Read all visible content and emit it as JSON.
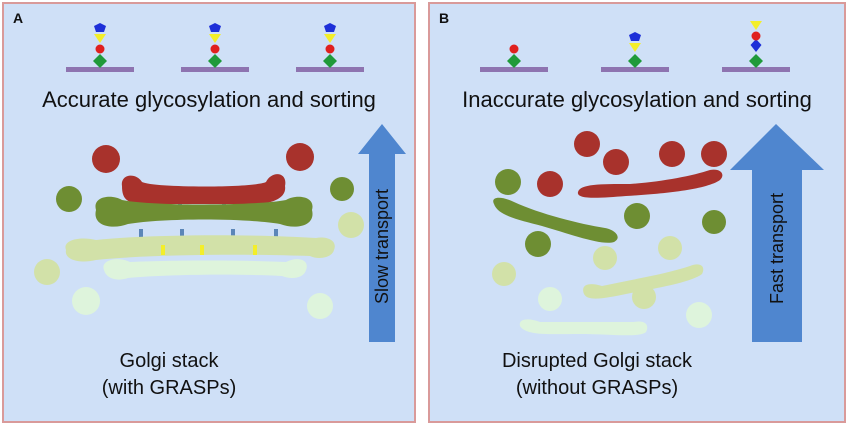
{
  "panel_a": {
    "letter": "A",
    "heading": "Accurate glycosylation and sorting",
    "caption_line1": "Golgi stack",
    "caption_line2": "(with GRASPs)",
    "arrow_label": "Slow transport"
  },
  "panel_b": {
    "letter": "B",
    "heading": "Inaccurate glycosylation and sorting",
    "caption_line1": "Disrupted Golgi stack",
    "caption_line2": "(without GRASPs)",
    "arrow_label": "Fast transport"
  },
  "colors": {
    "background": "#cfe0f7",
    "border": "#d99a9a",
    "cisterna_red": "#a8322c",
    "cisterna_green": "#6e8e33",
    "cisterna_lightgreen": "#d2e1a8",
    "cisterna_palegreen": "#def4dc",
    "membrane_bar": "#8e74b0",
    "arrow_blue": "#4f86cf",
    "grasp_tether": "#5b86b8",
    "grasp_yellow": "#f3ee2a"
  }
}
